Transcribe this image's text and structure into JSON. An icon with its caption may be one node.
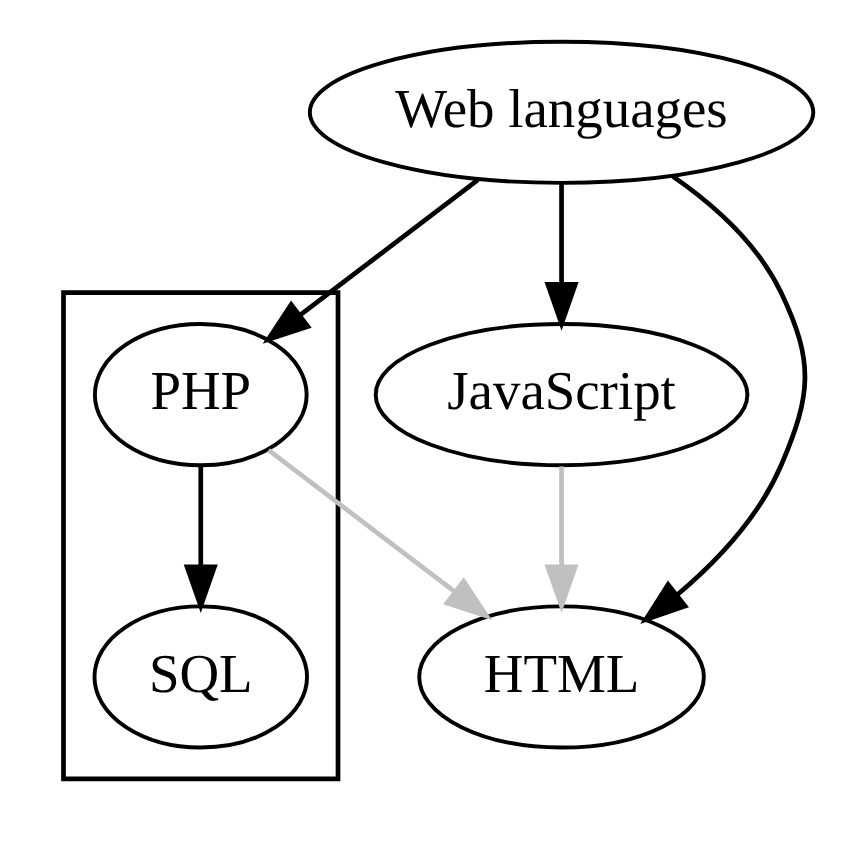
{
  "diagram": {
    "nodes": [
      {
        "text": [
          "Web languages"
        ]
      },
      {
        "text": [],
        "shape": "box"
      },
      {
        "text": [
          "PHP"
        ],
        "in": 1
      },
      {
        "text": [
          "JavaScript"
        ]
      },
      {
        "text": [
          "SQL"
        ],
        "in": 1
      },
      {
        "text": [
          "HTML"
        ]
      }
    ],
    "edges": [
      {
        "from": 0,
        "to": 2,
        "arrow": "to"
      },
      {
        "from": 0,
        "to": 3,
        "arrow": "to"
      },
      {
        "from": 0,
        "to": 5,
        "arrow": "to"
      },
      {
        "from": 2,
        "to": 4,
        "arrow": "to"
      },
      {
        "from": 2,
        "to": 5,
        "arrow": "to",
        "color": "#c0c0c0"
      },
      {
        "from": 3,
        "to": 5,
        "arrow": "to",
        "color": "#c0c0c0"
      }
    ]
  }
}
